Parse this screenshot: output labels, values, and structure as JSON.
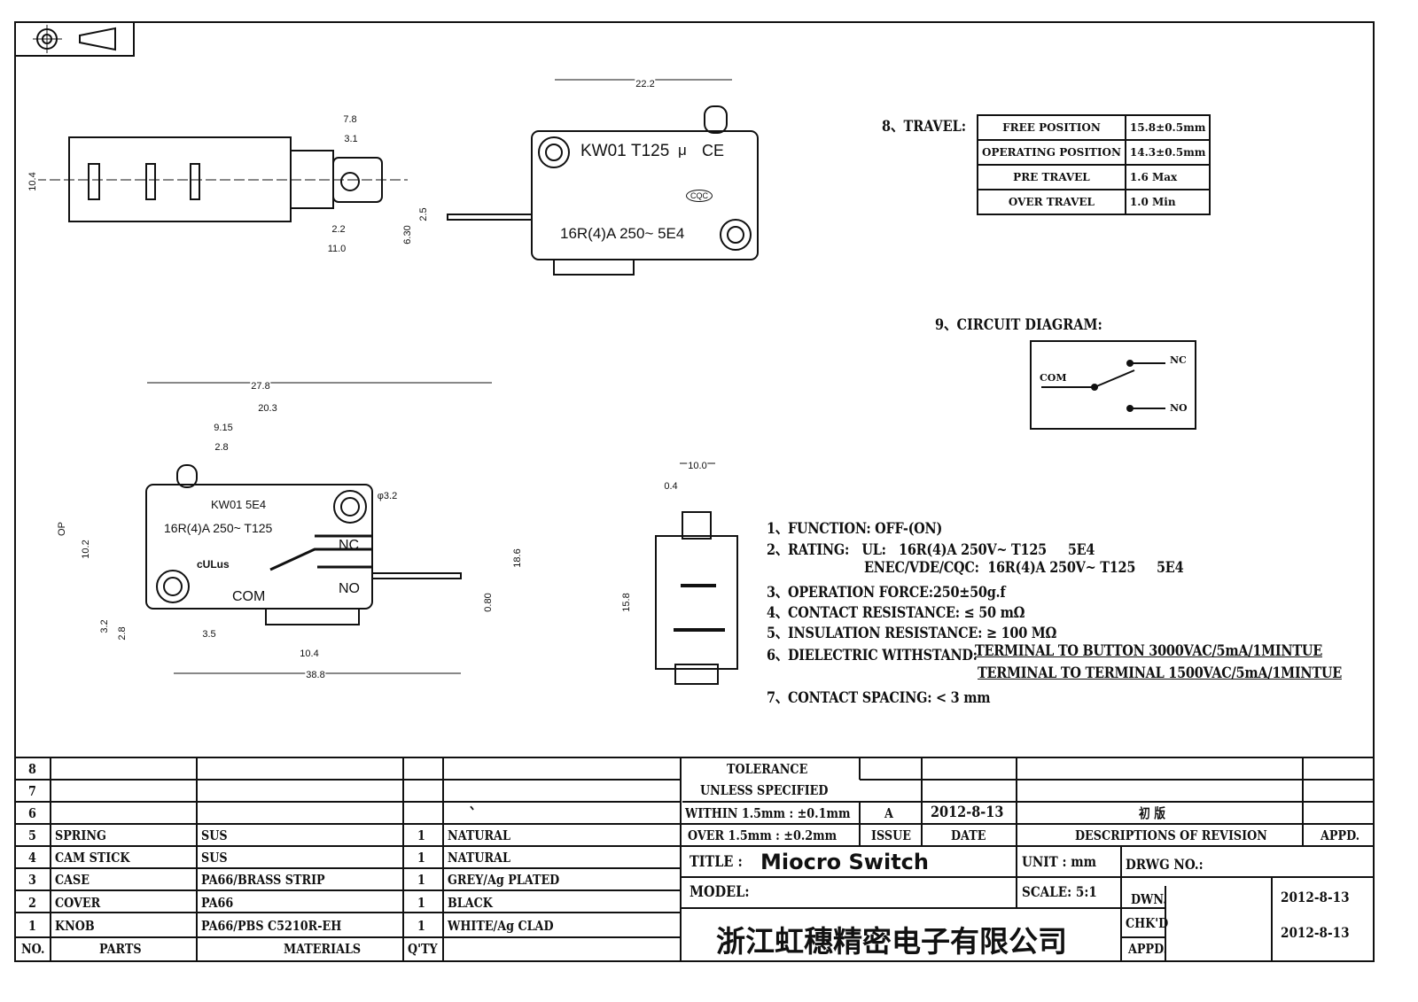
{
  "projection_symbol": "first-angle-projection-icon",
  "dims": [
    "22.2",
    "7.8",
    "3.1",
    "10.4",
    "2.2",
    "11.0",
    "6.30",
    "2.5",
    "27.8",
    "20.3",
    "9.15",
    "2.8",
    "φ3.2",
    "OP",
    "10.2",
    "18.6",
    "0.80",
    "3.2",
    "2.8",
    "3.5",
    "10.4",
    "38.8",
    "10.0",
    "0.4",
    "15.8"
  ],
  "top_view": {
    "model": "KW01",
    "temp": "T125",
    "mu": "μ",
    "ce": "CE",
    "rating": "16R(4)A 250~ 5E4",
    "cqc": "CQC"
  },
  "side_view": {
    "line1": "KW01    5E4",
    "line2": "16R(4)A  250~ T125",
    "nc": "NC",
    "no": "NO",
    "com": "COM",
    "ul": "cULus"
  },
  "travel": {
    "heading": "8、TRAVEL:",
    "rows": [
      [
        "FREE POSITION",
        "15.8±0.5mm"
      ],
      [
        "OPERATING POSITION",
        "14.3±0.5mm"
      ],
      [
        "PRE TRAVEL",
        "1.6 Max"
      ],
      [
        "OVER TRAVEL",
        "1.0 Min"
      ]
    ]
  },
  "circuit": {
    "heading": "9、CIRCUIT DIAGRAM:",
    "com": "COM",
    "nc": "NC",
    "no": "NO"
  },
  "specs": [
    "1、FUNCTION:    OFF-(ON)",
    "2、RATING:   UL:   16R(4)A 250V~ T125     5E4",
    "ENEC/VDE/CQC:  16R(4)A 250V~ T125     5E4",
    "3、OPERATION  FORCE:250±50g.f",
    "4、CONTACT  RESISTANCE: ≤ 50  mΩ",
    "5、INSULATION  RESISTANCE: ≥ 100  MΩ",
    "6、DIELECTRIC  WITHSTAND:",
    "TERMINAL  TO  BUTTON  3000VAC/5mA/1MINTUE",
    "TERMINAL  TO  TERMINAL  1500VAC/5mA/1MINTUE",
    "7、CONTACT SPACING: < 3  mm"
  ],
  "parts": {
    "rows": [
      [
        "8",
        "",
        "",
        "",
        ""
      ],
      [
        "7",
        "",
        "",
        "",
        ""
      ],
      [
        "6",
        "",
        "",
        "",
        "、"
      ],
      [
        "5",
        "SPRING",
        "SUS",
        "1",
        "NATURAL"
      ],
      [
        "4",
        "CAM STICK",
        "SUS",
        "1",
        "NATURAL"
      ],
      [
        "3",
        "CASE",
        "PA66/BRASS STRIP",
        "1",
        "GREY/Ag PLATED"
      ],
      [
        "2",
        "COVER",
        "PA66",
        "1",
        "BLACK"
      ],
      [
        "1",
        "KNOB",
        "PA66/PBS C5210R-EH",
        "1",
        "WHITE/Ag CLAD"
      ]
    ],
    "header": [
      "NO.",
      "PARTS",
      "MATERIALS",
      "Q'TY",
      ""
    ]
  },
  "title_block": {
    "tolerance": "TOLERANCE",
    "unless": "UNLESS   SPECIFIED",
    "within": "WITHIN 1.5mm : ±0.1mm",
    "over": "OVER 1.5mm : ±0.2mm",
    "issue_val": "A",
    "date_val": "2012-8-13",
    "rev_desc": "初 版",
    "issue": "ISSUE",
    "date": "DATE",
    "desc": "DESCRIPTIONS OF REVISION",
    "appd": "APPD.",
    "title_label": "TITLE :",
    "title": "Miocro Switch",
    "unit": "UNIT :  mm",
    "drwg": "DRWG NO.:",
    "model": "MODEL:",
    "scale": "SCALE:  5:1",
    "dwn": "DWN.",
    "dwn_date": "2012-8-13",
    "chkd": "CHK'D",
    "chkd_date": "2012-8-13",
    "appd2": "APPD.",
    "company": "浙江虹穗精密电子有限公司"
  }
}
